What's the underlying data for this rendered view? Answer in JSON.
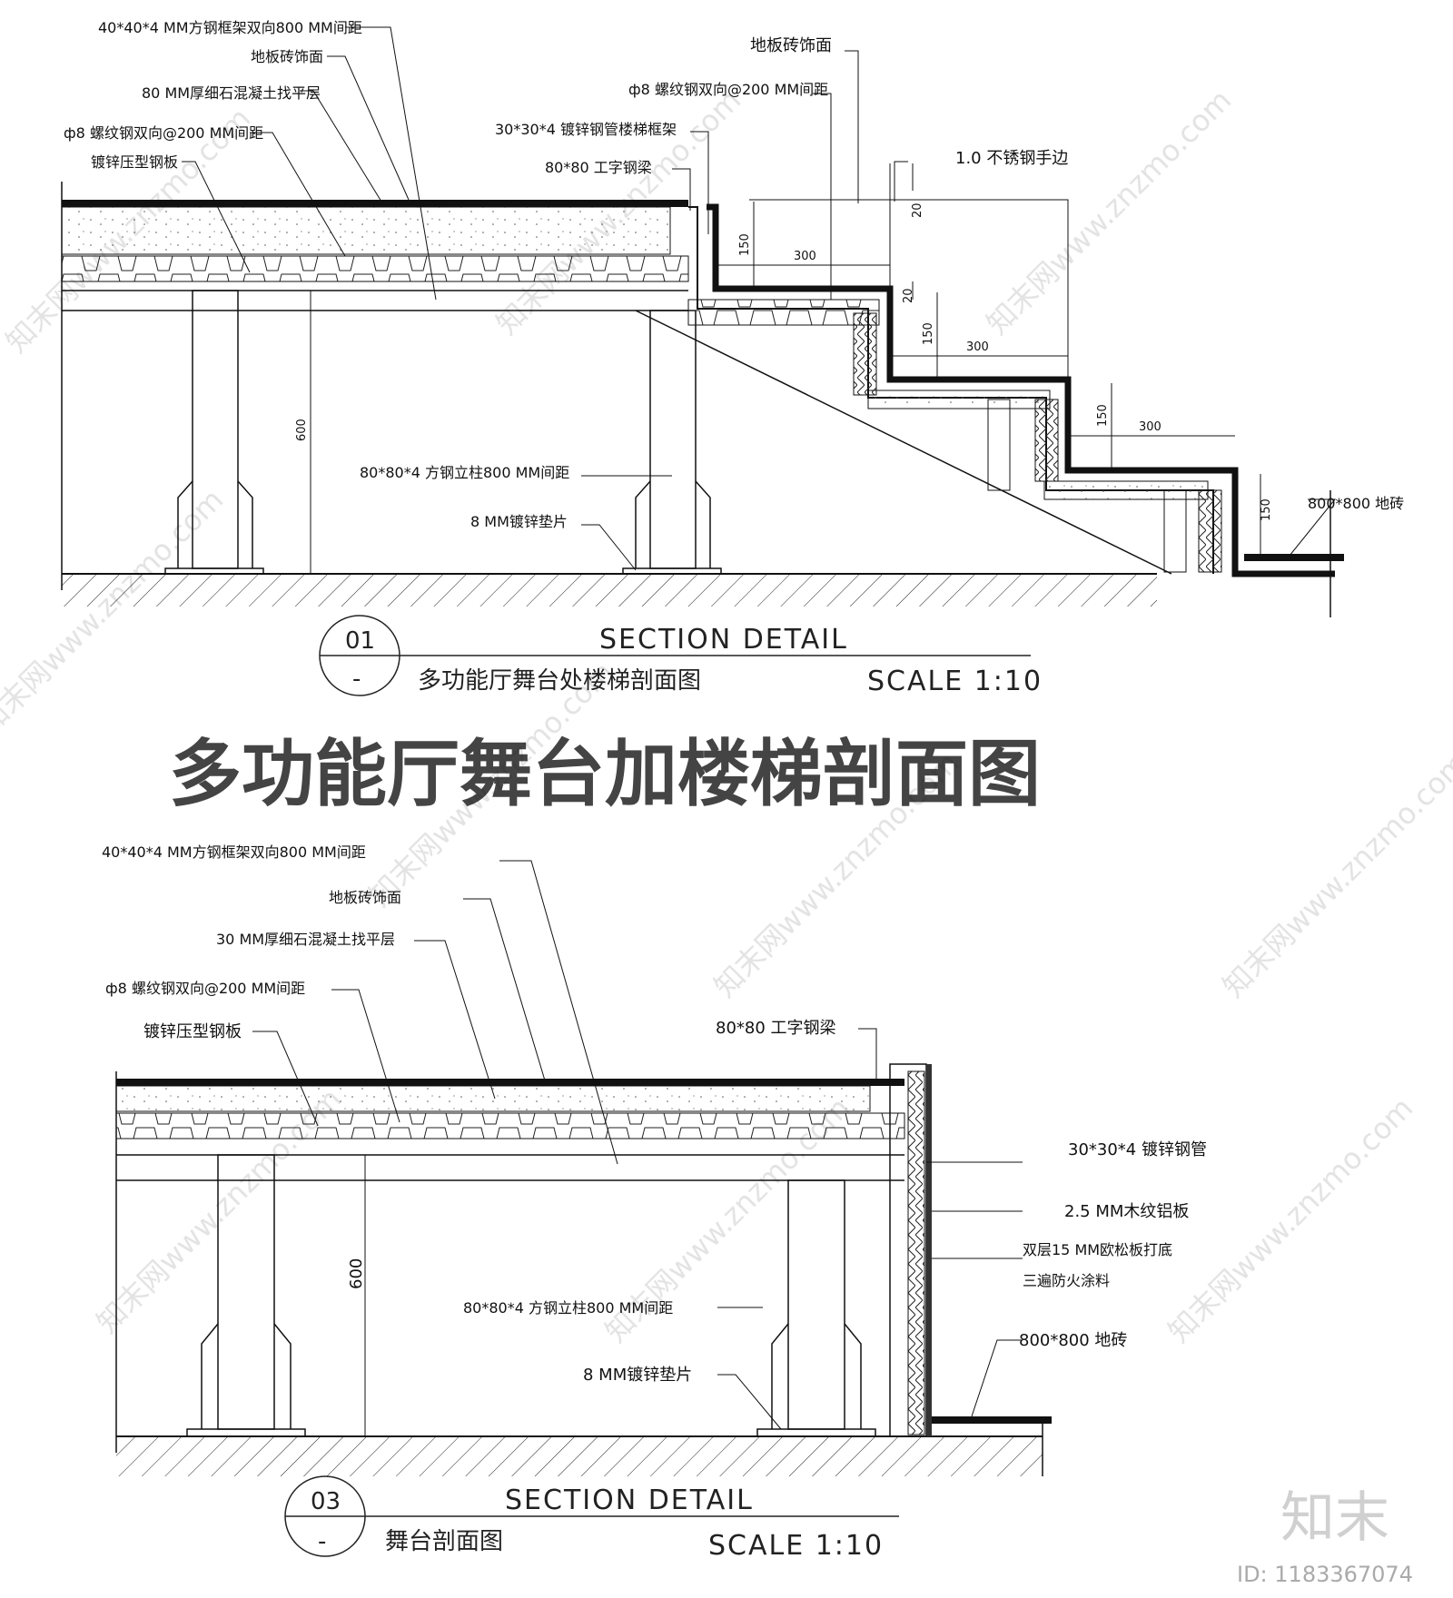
{
  "title": "多功能厅舞台加楼梯剖面图",
  "section1": {
    "number": "01",
    "dash": "-",
    "caption_en": "SECTION DETAIL",
    "caption_cn": "多功能厅舞台处楼梯剖面图",
    "scale": "SCALE 1:10",
    "labels": {
      "frame": "40*40*4 MM方钢框架双向800 MM间距",
      "tile_face": "地板砖饰面",
      "concrete": "80 MM厚细石混凝土找平层",
      "rebar": "ф8 螺纹钢双向@200 MM间距",
      "deck": "镀锌压型钢板",
      "stair_tile": "地板砖饰面",
      "stair_rebar": "ф8 螺纹钢双向@200 MM间距",
      "stair_frame": "30*30*4 镀锌钢管楼梯框架",
      "beam": "80*80 工字钢梁",
      "edge": "1.0 不锈钢手边",
      "column": "80*80*4 方钢立柱800 MM间距",
      "shim": "8 MM镀锌垫片",
      "floor_tile": "800*800 地砖"
    },
    "dims": {
      "height": "600",
      "tread1": "300",
      "tread2": "300",
      "tread3": "300",
      "riser1": "150",
      "riser2": "150",
      "riser3": "150",
      "riser4": "150",
      "edge1": "20",
      "edge2": "20"
    }
  },
  "section3": {
    "number": "03",
    "dash": "-",
    "caption_en": "SECTION DETAIL",
    "caption_cn": "舞台剖面图",
    "scale": "SCALE 1:10",
    "labels": {
      "frame": "40*40*4 MM方钢框架双向800 MM间距",
      "tile_face": "地板砖饰面",
      "concrete": "30 MM厚细石混凝土找平层",
      "rebar": "ф8 螺纹钢双向@200 MM间距",
      "deck": "镀锌压型钢板",
      "beam": "80*80 工字钢梁",
      "pipe": "30*30*4 镀锌钢管",
      "panel": "2.5 MM木纹铝板",
      "board1": "双层15 MM欧松板打底",
      "board2": "三遍防火涂料",
      "floor_tile": "800*800 地砖",
      "column": "80*80*4 方钢立柱800 MM间距",
      "shim": "8 MM镀锌垫片"
    },
    "dims": {
      "height": "600"
    }
  },
  "watermark": {
    "logo": "知末",
    "id": "ID: 1183367074",
    "text": "知末网www.znzmo.com"
  }
}
